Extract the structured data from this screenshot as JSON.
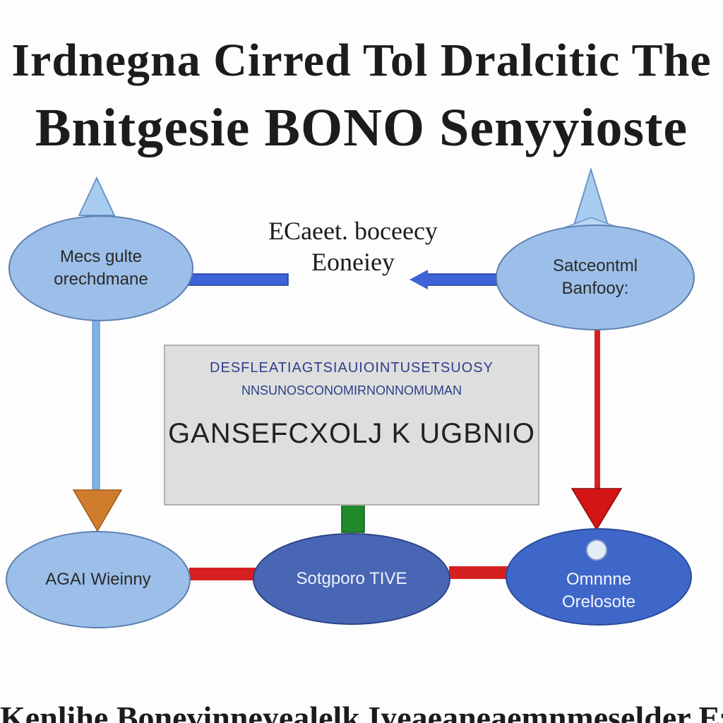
{
  "header": {
    "title_line1": "Irdnegna Cirred Tol Dralcitic The",
    "title_line2": "Bnitgesie BONO Senyyioste"
  },
  "diagram": {
    "nodes": {
      "top_left": {
        "line1": "Mecs gulte",
        "line2": "orechdmane"
      },
      "top_right": {
        "line1": "Satceontml",
        "line2": "Banfooy:"
      },
      "bottom_left": {
        "line1": "AGAI Wieinny"
      },
      "bottom_center": {
        "line1": "Sotgporo TIVE"
      },
      "bottom_right": {
        "line1": "Omnnne",
        "line2": "Orelosote"
      }
    },
    "center_box": {
      "line1": "DESFLEATIAGTSIAUIOINTUSETSUOSY",
      "line2": "NNSUNOSCONOMIRNONNOMUMAN",
      "line3": "GANSEFCXOLJ K UGBNIO"
    },
    "floating_label": {
      "line1": "ECaeet. boceecy",
      "line2": "Eoneiey"
    },
    "colors": {
      "light_node": "#9cbfe9",
      "dark_node": "#4866b4",
      "blue_connector": "#3d63d8",
      "red_connector": "#d62020",
      "orange_arrow": "#cf7c2c",
      "green_arrow": "#1f8a2c",
      "red_arrow": "#d41515",
      "light_blue_line": "#7eb2e3"
    }
  },
  "footer": {
    "text": "Kenlihe Bonevinneyealelk Iyeaeaneaemnmeselder Ez"
  }
}
